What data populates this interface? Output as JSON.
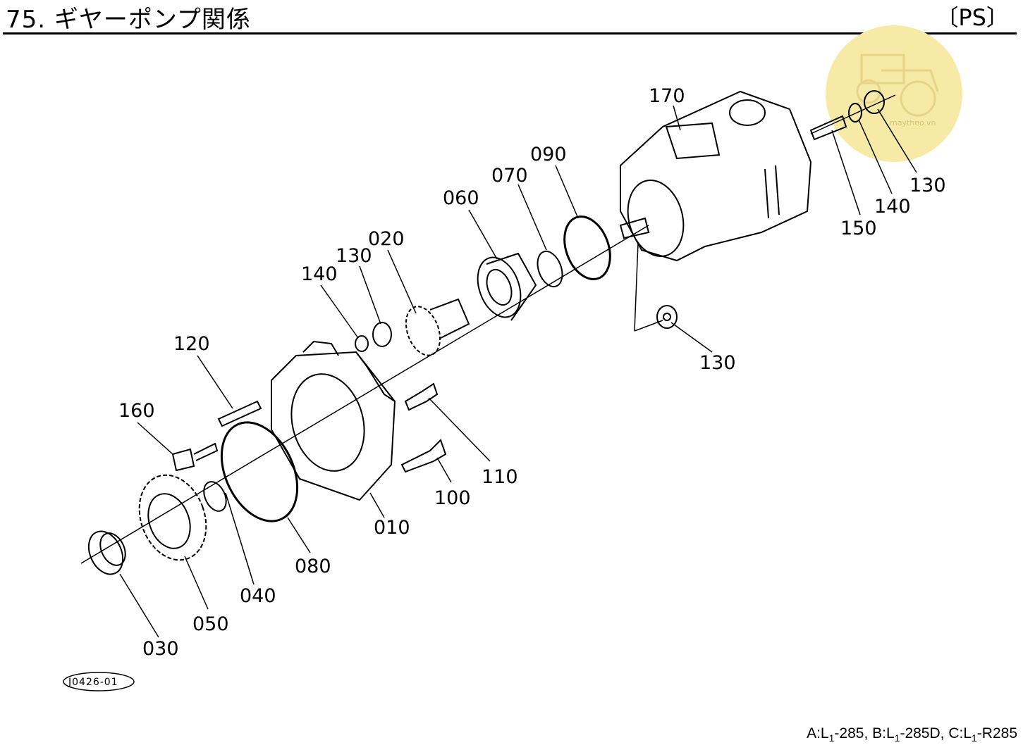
{
  "header": {
    "title": "75. ギヤーポンプ関係",
    "tag": "〔PS〕"
  },
  "diagram_code": "J0426-01",
  "watermark": {
    "text": "maytheo.vn",
    "color": "#f7e9a6"
  },
  "callouts": {
    "c170": "170",
    "c090": "090",
    "c070": "070",
    "c060": "060",
    "c020": "020",
    "c130a": "130",
    "c140a": "140",
    "c120": "120",
    "c160": "160",
    "c110": "110",
    "c100": "100",
    "c010": "010",
    "c080": "080",
    "c040": "040",
    "c050": "050",
    "c030": "030",
    "c130b": "130",
    "c130c": "130",
    "c140b": "140",
    "c150": "150"
  },
  "footer": {
    "a_prefix": "A:L",
    "a_sub": "1",
    "a_suffix": "-285, B:L",
    "b_sub": "1",
    "b_suffix": "-285D, C:L",
    "c_sub": "1",
    "c_suffix": "-R285"
  }
}
